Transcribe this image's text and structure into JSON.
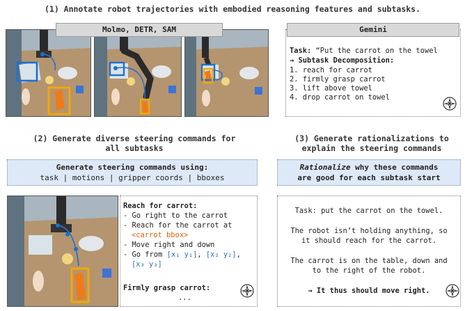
{
  "step1": {
    "title": "(1) Annotate robot trajectories with embodied reasoning features and subtasks."
  },
  "tools": {
    "label": "Molmo, DETR, SAM"
  },
  "gemini": {
    "header": "Gemini",
    "task_label": "Task:",
    "task_text": "“Put the carrot on the towel",
    "decomp_label": "→ Subtask Decomposition:",
    "subtasks": [
      "1. reach for carrot",
      "2. firmly grasp carrot",
      "3. lift above towel",
      "4. drop carrot on towel"
    ]
  },
  "step2": {
    "title_line1": "(2) Generate diverse steering commands for",
    "title_line2": "all subtasks",
    "box_line1": "Generate steering commands using:",
    "box_line2": "task | motions | gripper coords | bboxes"
  },
  "step3": {
    "title_line1": "(3) Generate rationalizations to",
    "title_line2": "explain the steering commands",
    "box_word": "Rationalize",
    "box_rest1": " why these commands",
    "box_line2": "are good for each subtask start"
  },
  "commands": {
    "heading": "Reach for carrot:",
    "l1": "- Go right to the carrot",
    "l2": "- Reach for the carrot at",
    "l3": "<carrot bbox>",
    "l4": "- Move right and down",
    "l5a": "- Go from ",
    "p1": "[x₁ y₁]",
    "sep": ", ",
    "p2": "[x₂ y₂]",
    "l6": "[x₃ y₃]",
    "heading2": "Firmly grasp carrot:",
    "ellipsis": "..."
  },
  "rationale": {
    "l1": "Task: put the carrot on the towel.",
    "l2a": "The robot isn’t holding anything, so",
    "l2b": "it should reach for the carrot.",
    "l3a": "The carrot is on the table, down and",
    "l3b": "to the right of the robot.",
    "l4": "→ It thus should move right."
  },
  "colors": {
    "orange_box": "#f5a800",
    "blue_box": "#1f6fd0",
    "panel_bg": "#dde9f7",
    "header_bg": "#d9d9d9"
  }
}
